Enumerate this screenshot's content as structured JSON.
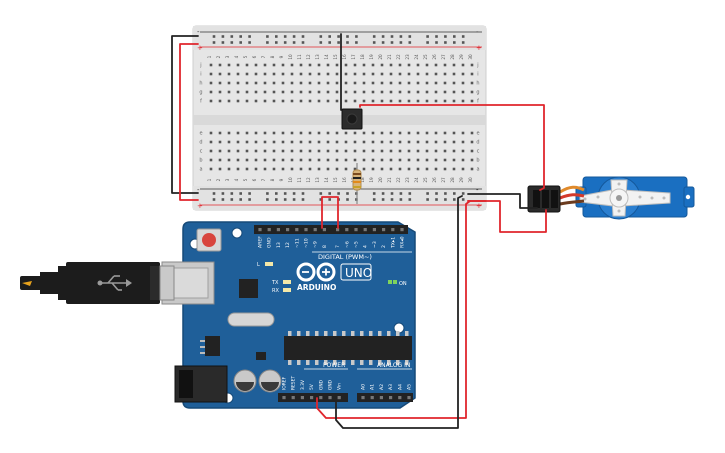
{
  "colors": {
    "board_blue": "#1f5f99",
    "board_dark": "#174a78",
    "wire_red": "#e0262d",
    "wire_black": "#222222",
    "breadboard": "#e9e9e9",
    "servo_blue": "#1a6fc1",
    "cable_black": "#1c1c1c",
    "button_red": "#d8453e",
    "on_led": "#7fd35c"
  },
  "arduino": {
    "brand": "ARDUINO",
    "model": "UNO",
    "digital_label": "DIGITAL (PWM~)",
    "power_label": "POWER",
    "analog_label": "ANALOG IN",
    "on_label": "ON",
    "led_l": "L",
    "led_tx": "TX",
    "led_rx": "RX",
    "digital_pins": [
      "AREF",
      "GND",
      "13",
      "12",
      "~11",
      "~10",
      "~9",
      "8",
      "7",
      "~6",
      "~5",
      "4",
      "~3",
      "2",
      "TX▸1",
      "RX◂0"
    ],
    "power_pins": [
      "IOREF",
      "RESET",
      "3.3V",
      "5V",
      "GND",
      "GND",
      "Vin"
    ],
    "analog_pins": [
      "A0",
      "A1",
      "A2",
      "A3",
      "A4",
      "A5"
    ]
  },
  "breadboard": {
    "row_letters_top": [
      "j",
      "i",
      "h",
      "g",
      "f"
    ],
    "row_letters_bottom": [
      "e",
      "d",
      "c",
      "b",
      "a"
    ],
    "column_numbers": [
      "1",
      "2",
      "3",
      "4",
      "5",
      "6",
      "7",
      "8",
      "9",
      "10",
      "11",
      "12",
      "13",
      "14",
      "15",
      "16",
      "17",
      "18",
      "19",
      "20",
      "21",
      "22",
      "23",
      "24",
      "25",
      "26",
      "27",
      "28",
      "29",
      "30"
    ],
    "rail_minus": "-",
    "rail_plus": "+"
  },
  "components": {
    "icons": [
      "usb-cable-icon",
      "pushbutton-icon",
      "resistor-icon",
      "servo-icon",
      "infinity-logo-icon"
    ]
  }
}
